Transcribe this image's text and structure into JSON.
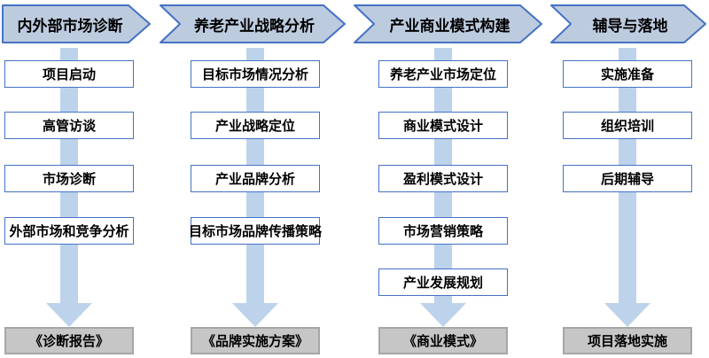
{
  "diagram": {
    "title": "consulting-process-flow",
    "columns": [
      {
        "header": "内外部市场诊断",
        "steps": [
          "项目启动",
          "高管访谈",
          "市场诊断",
          "外部市场和竞争分析"
        ],
        "output": "《诊断报告》"
      },
      {
        "header": "养老产业战略分析",
        "steps": [
          "目标市场情况分析",
          "产业战略定位",
          "产业品牌分析",
          "目标市场品牌传播策略"
        ],
        "output": "《品牌实施方案》"
      },
      {
        "header": "产业商业模式构建",
        "steps": [
          "养老产业市场定位",
          "商业模式设计",
          "盈利模式设计",
          "市场营销策略",
          "产业发展规划"
        ],
        "output": "《商业模式》"
      },
      {
        "header": "辅导与落地",
        "steps": [
          "实施准备",
          "组织培训",
          "后期辅导"
        ],
        "output": "项目落地实施"
      }
    ],
    "colors": {
      "chevron_fill": "#BDCBDF",
      "chevron_border": "#4472C4",
      "box_border": "#4472C4",
      "arrow_fill": "#BDD3EB",
      "output_fill": "#C6C6C6",
      "output_border": "#A6A6A6"
    }
  }
}
